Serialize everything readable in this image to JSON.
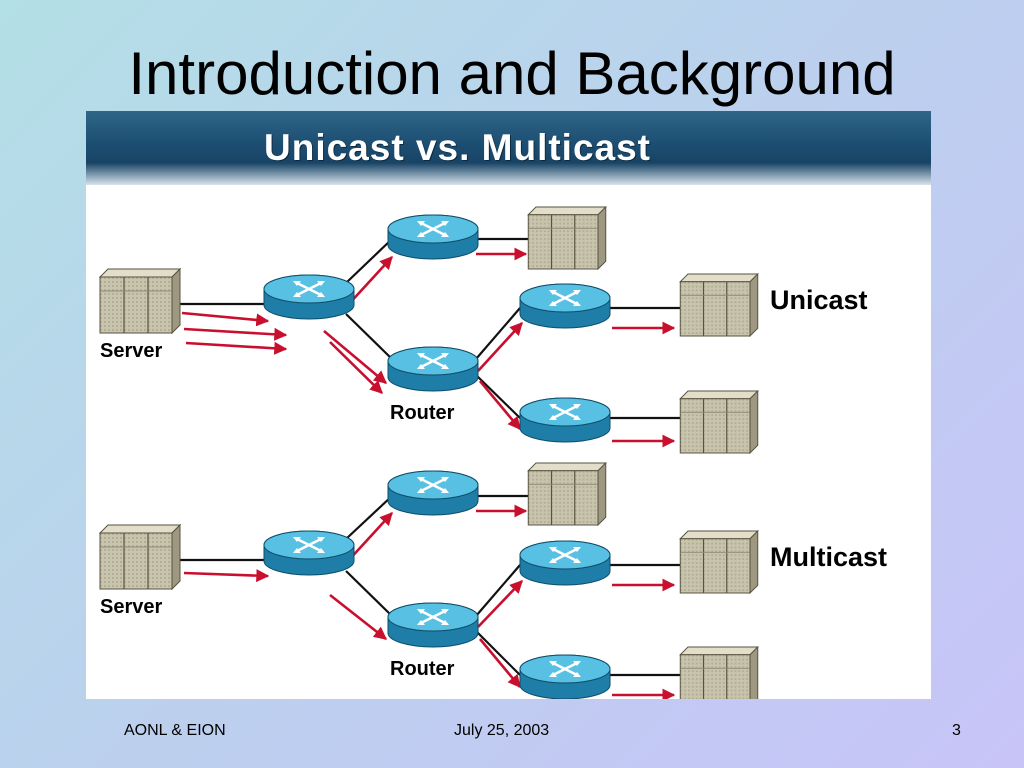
{
  "slide": {
    "title": "Introduction and Background"
  },
  "figure": {
    "banner_title": "Unicast vs. Multicast",
    "unicast": {
      "label": "Unicast",
      "server_label": "Server",
      "router_label": "Router"
    },
    "multicast": {
      "label": "Multicast",
      "server_label": "Server",
      "router_label": "Router"
    }
  },
  "colors": {
    "arrow": "#c8102e",
    "router": "#3aa6d0",
    "host": "#c8c3ad",
    "banner": "#1c4e72"
  },
  "icons": [
    "router-icon",
    "server-icon",
    "host-icon"
  ],
  "footer": {
    "left": "AONL & EION",
    "center": "July 25, 2003",
    "page": "3"
  }
}
